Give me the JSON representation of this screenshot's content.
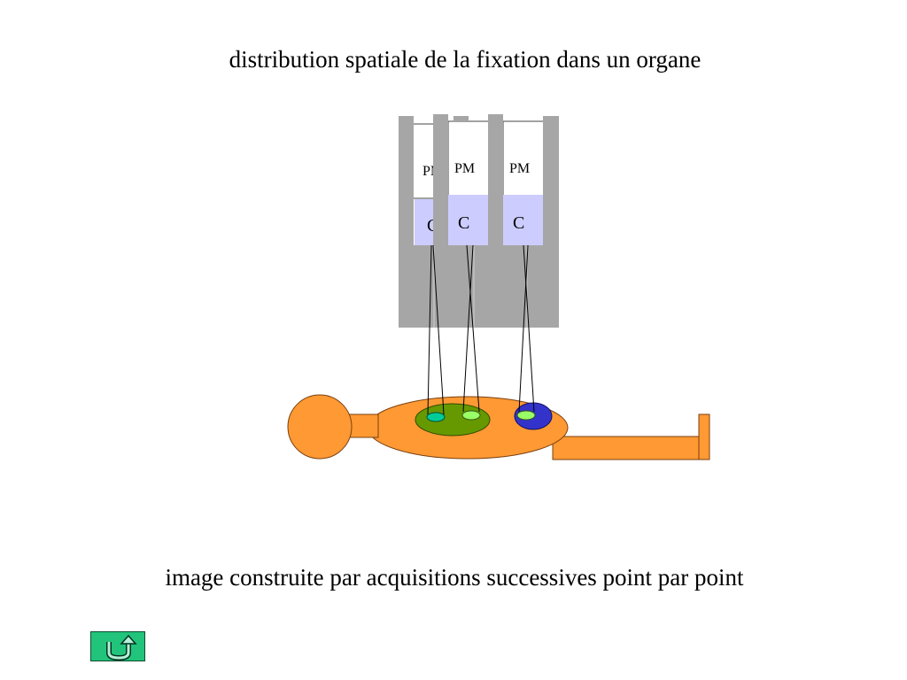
{
  "title": "distribution spatiale de la fixation dans un organe",
  "caption": "image construite par acquisitions successives point par point",
  "detectors": [
    {
      "pm_label": "PM",
      "crystal_label": "C"
    },
    {
      "pm_label": "PM",
      "crystal_label": "C"
    },
    {
      "pm_label": "PM",
      "crystal_label": "C"
    }
  ],
  "colors": {
    "collimator": "#a6a6a6",
    "crystal": "#ccccff",
    "body": "#ff9933",
    "organ_green": "#669900",
    "organ_blue": "#3333cc",
    "spot_cyan": "#00cc99",
    "spot_lightgreen": "#99ff66",
    "button": "#21c47a"
  },
  "nav": {
    "back_icon": "return-arrow-icon"
  }
}
